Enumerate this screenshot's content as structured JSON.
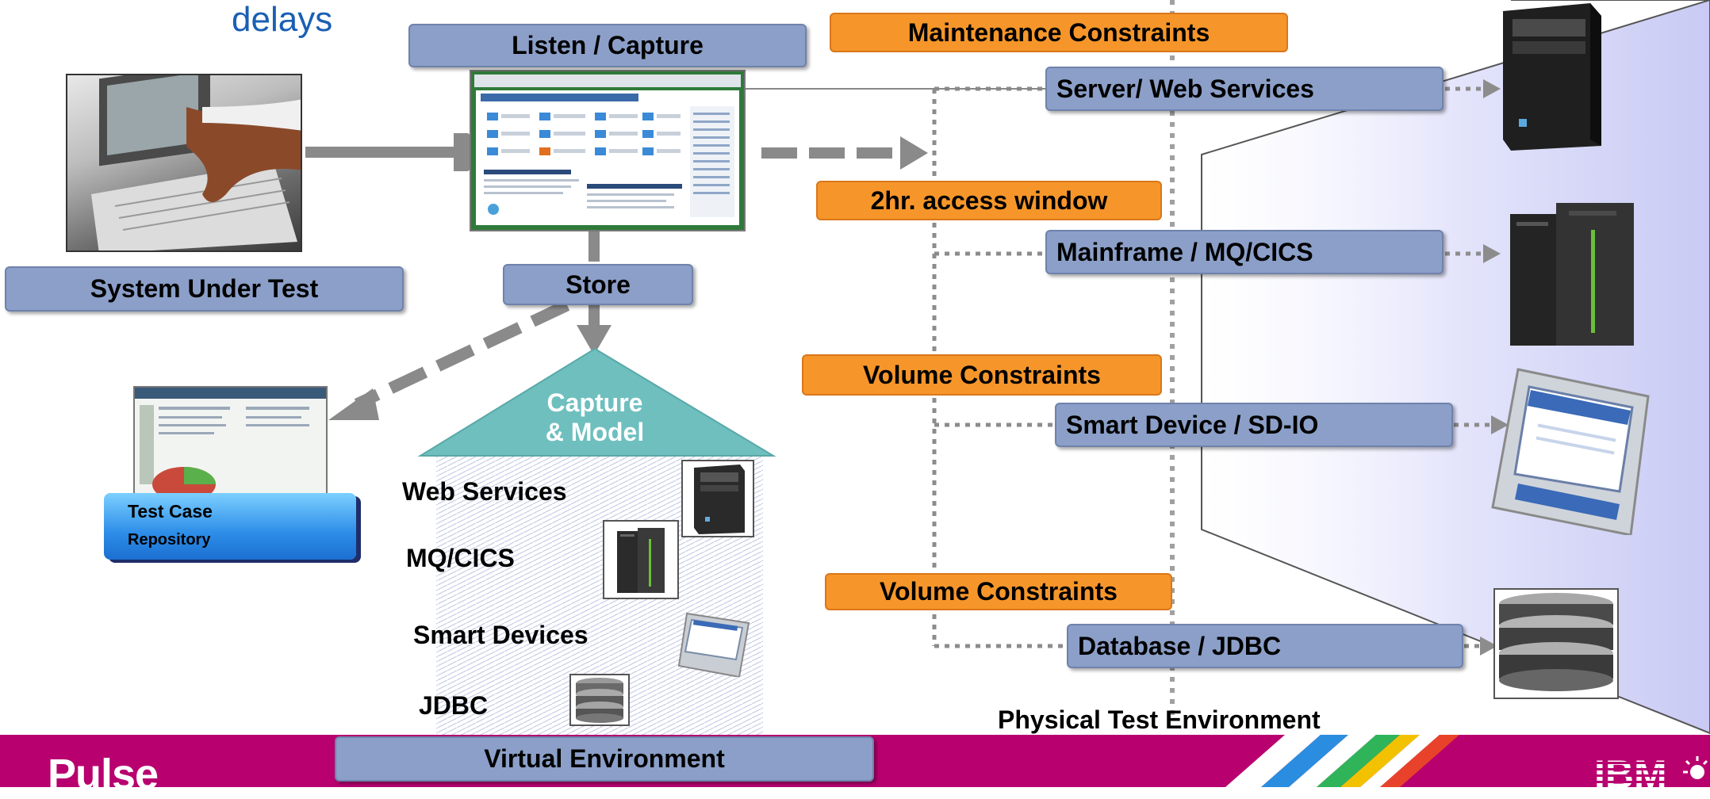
{
  "heading": {
    "delays": "delays"
  },
  "nodes": {
    "listen_capture": "Listen / Capture",
    "system_under_test": "System Under Test",
    "store": "Store",
    "capture_model": "Capture\n& Model",
    "test_case_repository": {
      "line1": "Test Case",
      "line2": "Repository"
    },
    "virtual_environment": "Virtual Environment"
  },
  "virtual_services": [
    "Web Services",
    "MQ/CICS",
    "Smart Devices",
    "JDBC"
  ],
  "constraints": {
    "maintenance": "Maintenance Constraints",
    "access_window": "2hr. access window",
    "volume_1": "Volume Constraints",
    "volume_2": "Volume Constraints"
  },
  "physical_services": {
    "server": "Server/ Web Services",
    "mainframe": "Mainframe / MQ/CICS",
    "smart_device": "Smart Device / SD-IO",
    "database": "Database / JDBC"
  },
  "physical_label": "Physical Test Environment",
  "footer": {
    "left_logo": "Pulse",
    "right_logo": "IBM"
  },
  "colors": {
    "service_box": "#8b9fc8",
    "constraint_box": "#f6962a",
    "footer_bar": "#b8006f",
    "roof": "#6fbfbf",
    "repository": "#3aa0ee",
    "physical_panel": "#cccdf5",
    "heading_text": "#1a5fb4"
  },
  "icons": [
    "laptop-typing-photo",
    "app-screenshot",
    "tower-server-icon",
    "mainframe-icon",
    "smart-device-icon",
    "database-cylinder-icon",
    "virtual-house-icon"
  ]
}
